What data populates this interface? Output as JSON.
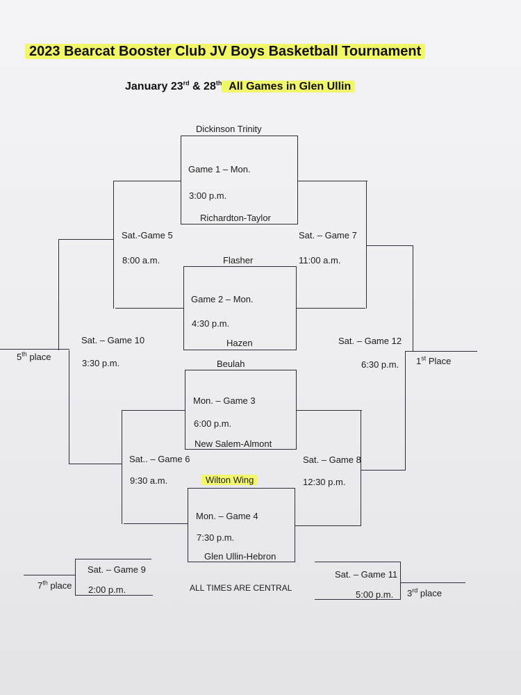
{
  "header": {
    "title": "2023 Bearcat Booster Club JV Boys Basketball Tournament",
    "subtitle_pre": "January 23",
    "subtitle_sup1": "rd",
    "subtitle_mid": " & 28",
    "subtitle_sup2": "th",
    "subtitle_post": "  All Games in Glen Ullin"
  },
  "teams": {
    "dickinson": "Dickinson Trinity",
    "richardton": "Richardton-Taylor",
    "flasher": "Flasher",
    "hazen": "Hazen",
    "beulah": "Beulah",
    "new_salem": "New Salem-Almont",
    "wilton": "Wilton Wing",
    "glen_ullin": "Glen Ullin-Hebron"
  },
  "games": {
    "g1": {
      "label": "Game 1 – Mon.",
      "time": "3:00 p.m."
    },
    "g2": {
      "label": "Game 2 – Mon.",
      "time": "4:30 p.m."
    },
    "g3": {
      "label": "Mon. – Game 3",
      "time": "6:00 p.m."
    },
    "g4": {
      "label": "Mon. – Game 4",
      "time": "7:30 p.m."
    },
    "g5": {
      "label": "Sat.-Game 5",
      "time": "8:00 a.m."
    },
    "g6": {
      "label": "Sat.. – Game 6",
      "time": "9:30 a.m."
    },
    "g7": {
      "label": "Sat. – Game 7",
      "time": "11:00 a.m."
    },
    "g8": {
      "label": "Sat. – Game 8",
      "time": "12:30 p.m."
    },
    "g9": {
      "label": "Sat. – Game 9",
      "time": "2:00 p.m."
    },
    "g10": {
      "label": "Sat. – Game 10",
      "time": "3:30 p.m."
    },
    "g11": {
      "label": "Sat. – Game 11",
      "time": "5:00 p.m."
    },
    "g12": {
      "label": "Sat. – Game 12",
      "time": "6:30 p.m."
    }
  },
  "places": {
    "fifth_num": "5",
    "fifth_sup": "th",
    "fifth_word": " place",
    "first_num": "1",
    "first_sup": "st",
    "first_word": " Place",
    "seventh_num": "7",
    "seventh_sup": "th",
    "seventh_word": " place",
    "third_num": "3",
    "third_sup": "rd",
    "third_word": " place"
  },
  "footer": {
    "note": "ALL TIMES ARE CENTRAL"
  },
  "colors": {
    "highlight": "#f2f76a",
    "ink": "#2b2b3a"
  }
}
